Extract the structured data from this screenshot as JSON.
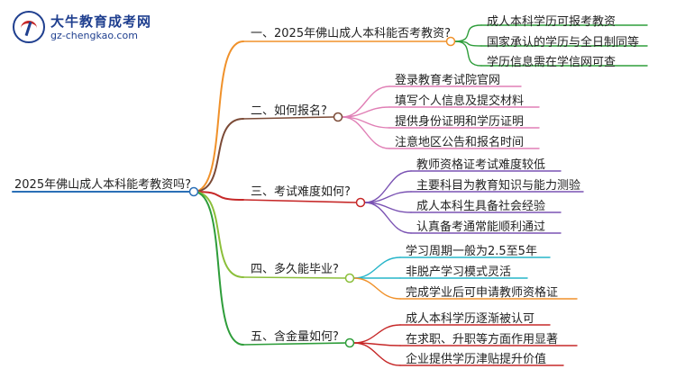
{
  "logo": {
    "name": "大牛教育成考网",
    "url": "gz-chengkao.com"
  },
  "root": {
    "label": "2025年佛山成人本科能考教资吗?"
  },
  "branches": [
    {
      "label": "一、2025年佛山成人本科能否考教资?",
      "color": "#f0912a",
      "leafColors": [
        "#2e9d3a",
        "#2e9d3a",
        "#2e9d3a"
      ],
      "leaves": [
        "成人本科学历可报考教资",
        "国家承认的学历与全日制同等",
        "学历信息需在学信网可查"
      ]
    },
    {
      "label": "二、如何报名?",
      "color": "#7b4a36",
      "leafColors": [
        "#e07fb5",
        "#e07fb5",
        "#e07fb5",
        "#e07fb5"
      ],
      "leaves": [
        "登录教育考试院官网",
        "填写个人信息及提交材料",
        "提供身份证明和学历证明",
        "注意地区公告和报名时间"
      ]
    },
    {
      "label": "三、考试难度如何?",
      "color": "#c62828",
      "leafColors": [
        "#7a52b3",
        "#7a52b3",
        "#7a52b3",
        "#7a52b3"
      ],
      "leaves": [
        "教师资格证考试难度较低",
        "主要科目为教育知识与能力测验",
        "成人本科生具备社会经验",
        "认真备考通常能顺利通过"
      ]
    },
    {
      "label": "四、多久能毕业?",
      "color": "#8bbf3a",
      "leafColors": [
        "#27b5c9",
        "#27b5c9",
        "#f0912a"
      ],
      "leaves": [
        "学习周期一般为2.5至5年",
        "非脱产学习模式灵活",
        "完成学业后可申请教师资格证"
      ]
    },
    {
      "label": "五、含金量如何?",
      "color": "#2e9d3a",
      "leafColors": [
        "#c62828",
        "#c62828",
        "#c62828"
      ],
      "leaves": [
        "成人本科学历逐渐被认可",
        "在求职、升职等方面作用显著",
        "企业提供学历津贴提升价值"
      ]
    }
  ],
  "colors": {
    "root_line": "#2a6fb6"
  }
}
